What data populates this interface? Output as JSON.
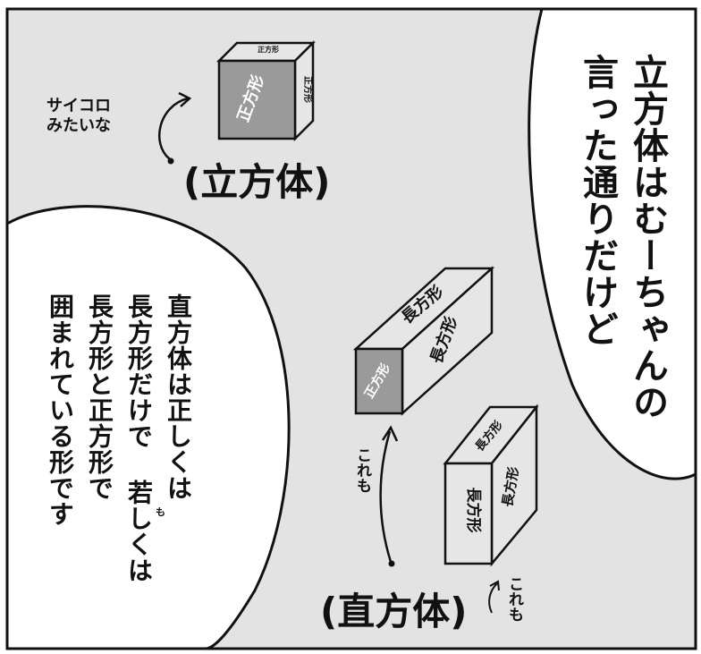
{
  "speech": {
    "right_bubble": "立方体はむーちゃんの\n言った通りだけど",
    "left_bubble": "直方体は正しくは\n長方形だけで 若しくは\n長方形と正方形で\n囲まれている形です",
    "ruby_moshi": "も"
  },
  "labels": {
    "cube": "(立方体)",
    "cuboid": "(直方体)"
  },
  "asides": {
    "dice": "サイコロ\nみたいな",
    "kore_mo_1": "これも",
    "kore_mo_2": "これも"
  },
  "face_labels": {
    "square": "正方形",
    "rectangle": "長方形"
  },
  "colors": {
    "background_gray": "#e3e3e3",
    "bubble_white": "#ffffff",
    "face_gray": "#9a9a9a",
    "face_light": "#e6e6e6",
    "ink": "#111111"
  }
}
